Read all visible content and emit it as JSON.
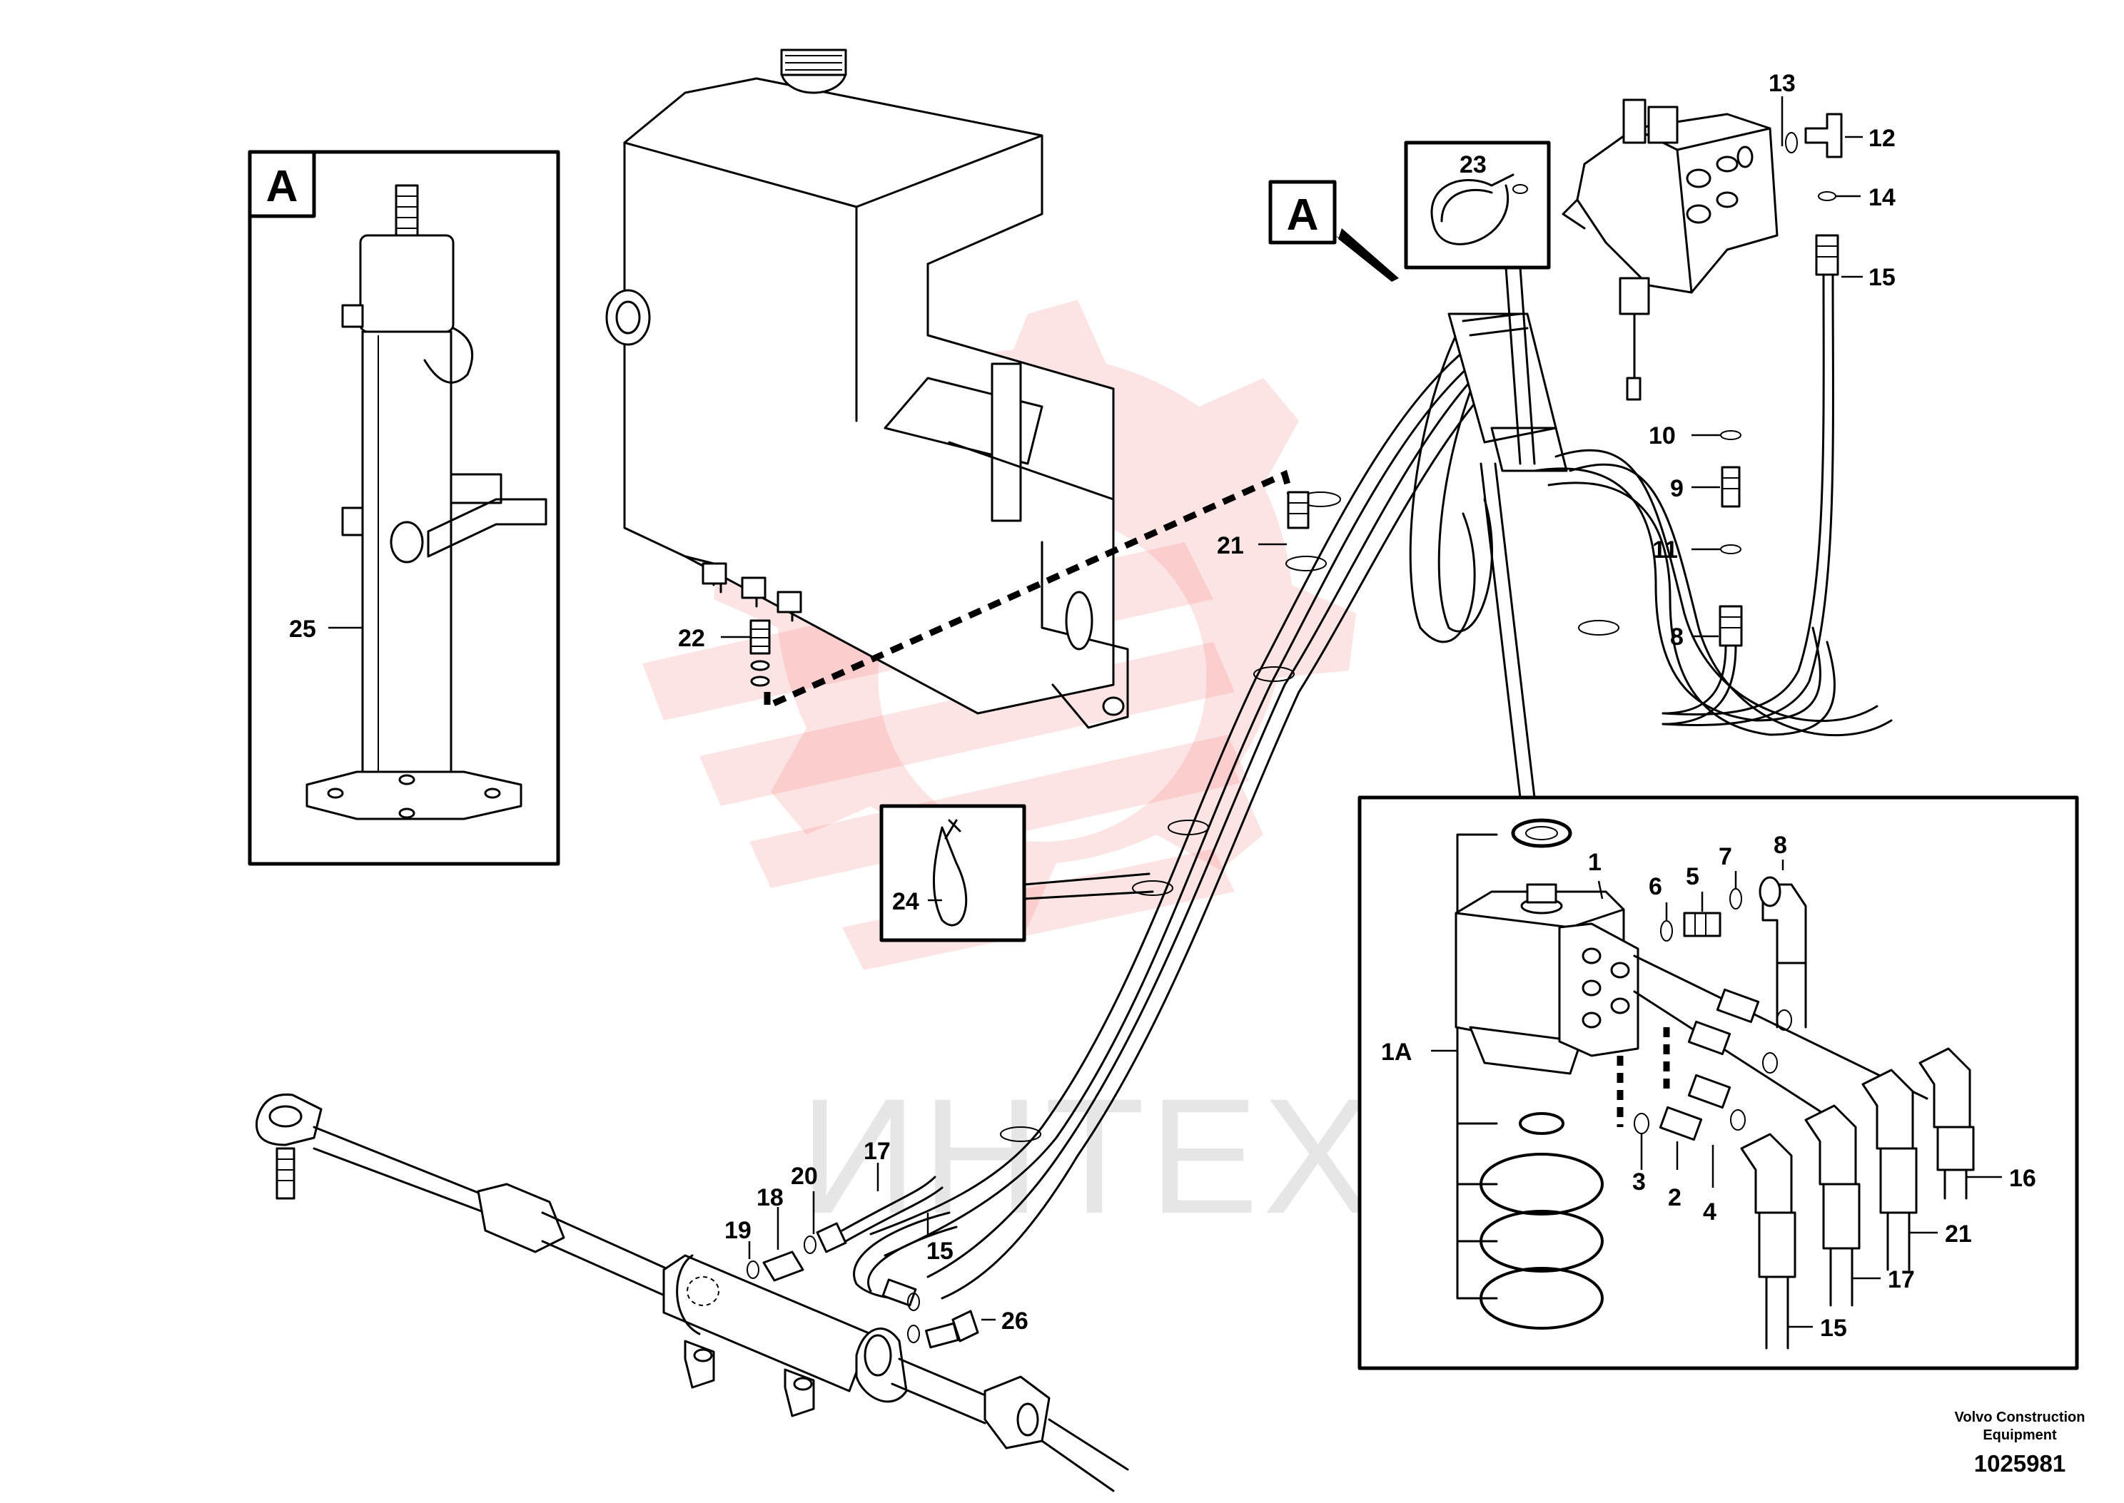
{
  "inset_label": "A",
  "view_marker": "A",
  "callouts": {
    "c1": "1",
    "c1A": "1A",
    "c2": "2",
    "c3": "3",
    "c4": "4",
    "c5": "5",
    "c6": "6",
    "c7": "7",
    "c8a": "8",
    "c8b": "8",
    "c9": "9",
    "c10": "10",
    "c11": "11",
    "c12": "12",
    "c13": "13",
    "c14": "14",
    "c15a": "15",
    "c15b": "15",
    "c15c": "15",
    "c16": "16",
    "c17a": "17",
    "c17b": "17",
    "c18": "18",
    "c19": "19",
    "c20": "20",
    "c21a": "21",
    "c21b": "21",
    "c22": "22",
    "c23": "23",
    "c24": "24",
    "c25": "25",
    "c26": "26"
  },
  "watermark_text": "ИНТЕХ",
  "footer": {
    "company_line1": "Volvo Construction",
    "company_line2": "Equipment",
    "doc_number": "1025981"
  },
  "colors": {
    "line": "#000000",
    "watermark": "#f05a5a"
  }
}
